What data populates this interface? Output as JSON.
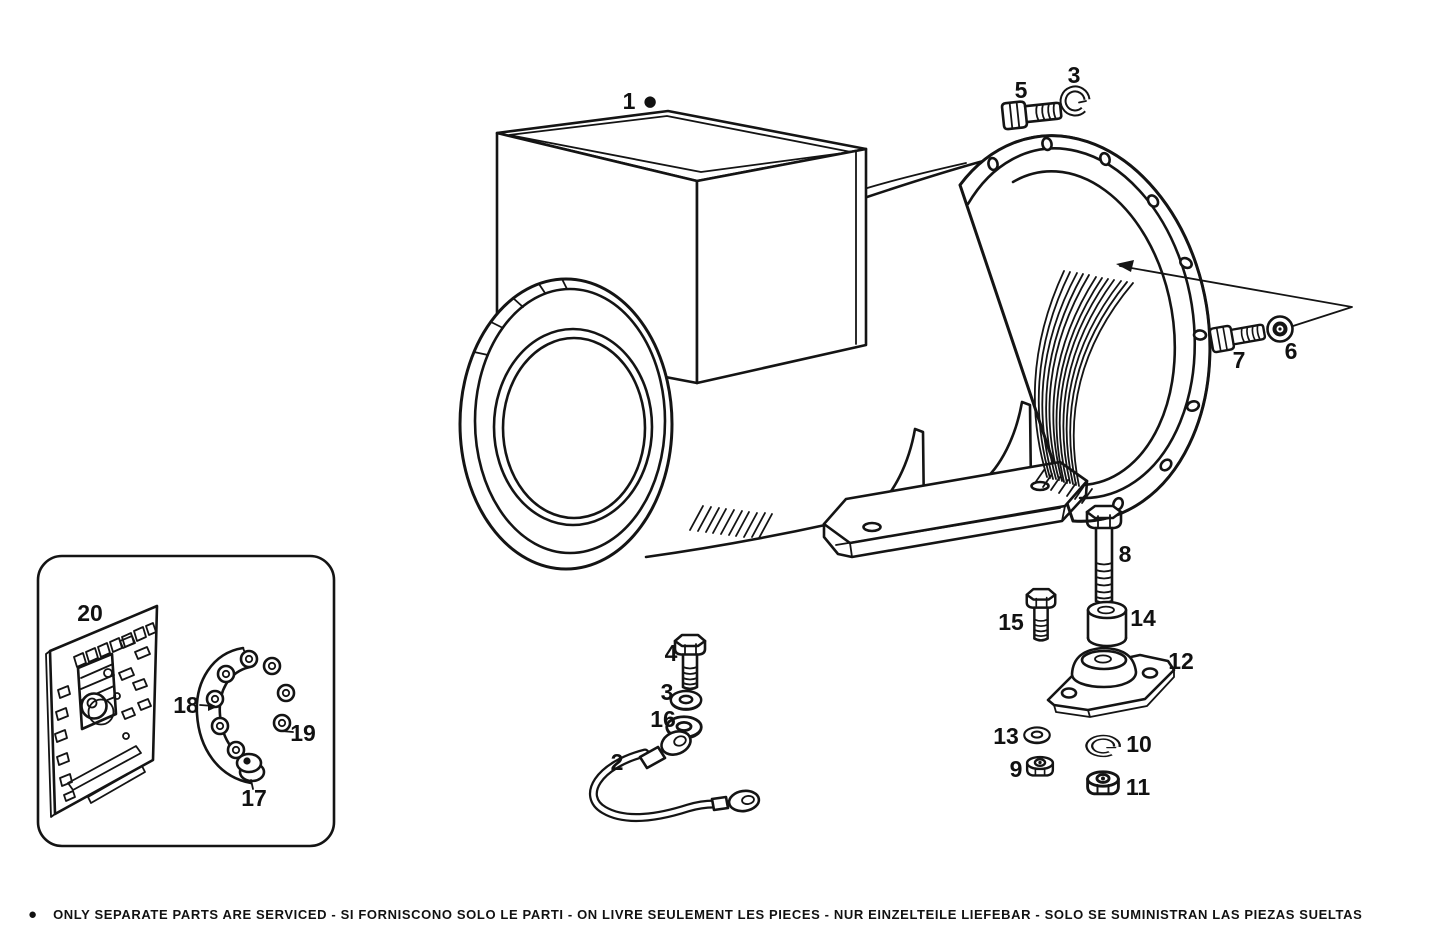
{
  "palette": {
    "ink": "#141414",
    "paper": "#ffffff"
  },
  "footer": {
    "bullet": "●",
    "note": "ONLY SEPARATE PARTS ARE SERVICED - SI FORNISCONO SOLO LE PARTI - ON LIVRE SEULEMENT LES PIECES - NUR EINZELTEILE LIEFEBAR - SOLO SE SUMINISTRAN LAS PIEZAS SUELTAS"
  },
  "labels": {
    "l1": "1",
    "l1_dot": "●",
    "l2": "2",
    "l3a": "3",
    "l3b": "3",
    "l4": "4",
    "l5": "5",
    "l6": "6",
    "l7": "7",
    "l8": "8",
    "l9": "9",
    "l10": "10",
    "l11": "11",
    "l12": "12",
    "l13": "13",
    "l14": "14",
    "l15": "15",
    "l16": "16",
    "l17": "17",
    "l18": "18",
    "l19": "19",
    "l20": "20"
  },
  "icons": {
    "part_1": "generator-terminal-box",
    "part_2": "ground-cable",
    "part_3": "lock-washer",
    "part_4": "hex-bolt",
    "part_5": "hex-bolt",
    "part_6": "grommet-washer",
    "part_7": "hex-bolt",
    "part_8": "hex-bolt-long",
    "part_9": "hex-nut",
    "part_10": "lock-washer",
    "part_11": "hex-nut",
    "part_12": "vibration-mount",
    "part_13": "flat-washer",
    "part_14": "spacer-bushing",
    "part_15": "hex-bolt",
    "part_16": "flat-washer",
    "part_17": "rectifier-diode-ring",
    "part_18": "diode",
    "part_19": "diode",
    "part_20": "regulator-board",
    "serviced_marker": "filled-dot",
    "pointer": "detail-arrow"
  }
}
